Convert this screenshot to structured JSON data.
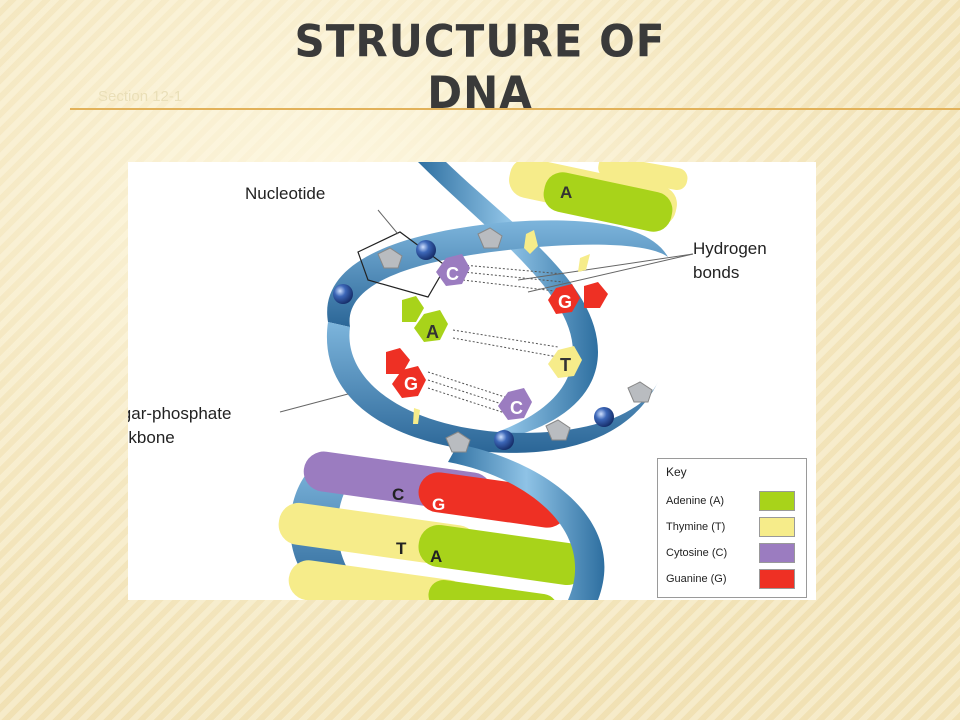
{
  "slide": {
    "title": "Structure of DNA",
    "subtitle": "Section 12-1"
  },
  "diagram": {
    "labels": {
      "nucleotide": "Nucleotide",
      "hydrogen_bonds": "Hydrogen bonds",
      "hydrogen_line1": "Hydrogen",
      "hydrogen_line2": "bonds",
      "sugar_line1": "Sugar-phosphate",
      "sugar_line2": "backbone"
    },
    "bases": {
      "a": "A",
      "t": "T",
      "c": "C",
      "g": "G"
    },
    "key": {
      "title": "Key",
      "items": [
        {
          "label": "Adenine (A)",
          "color": "#a8d31a"
        },
        {
          "label": "Thymine (T)",
          "color": "#f6ec8a"
        },
        {
          "label": "Cytosine (C)",
          "color": "#9b7cc0"
        },
        {
          "label": "Guanine (G)",
          "color": "#ee3024"
        }
      ]
    },
    "colors": {
      "backbone": "#5b9fd0",
      "backbone_dark": "#2e6fa0",
      "phosphate": "#2a4f9a",
      "sugar": "#b9bcc0"
    }
  }
}
